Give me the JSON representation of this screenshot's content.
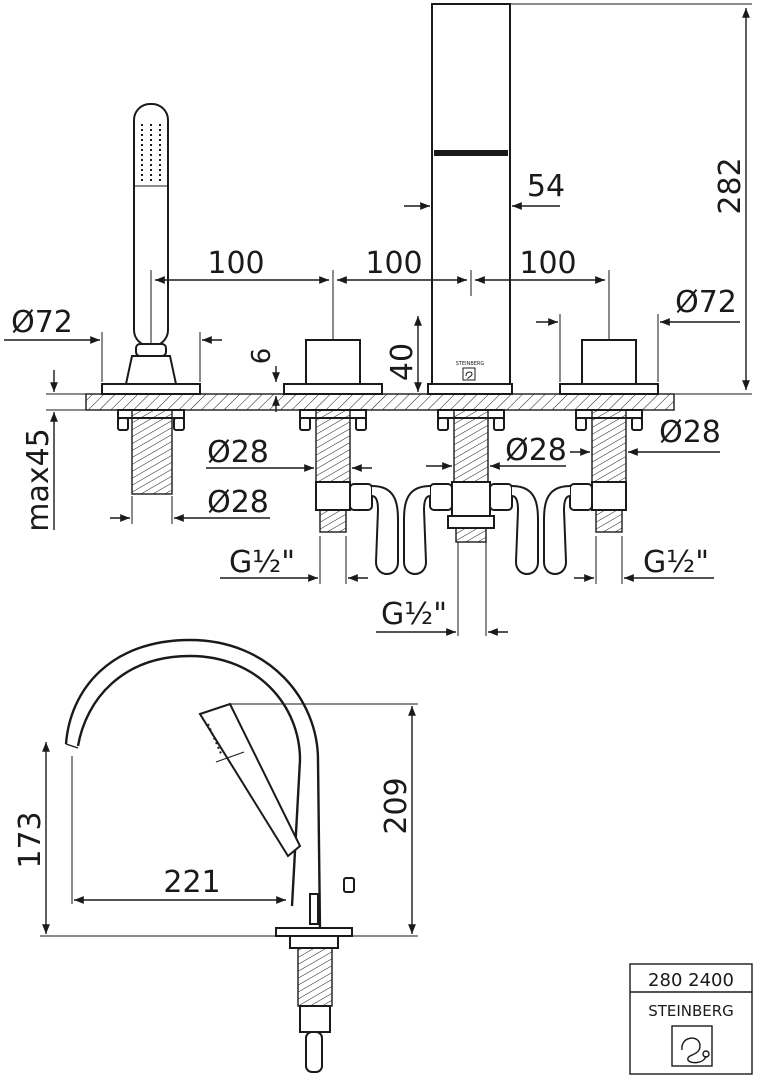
{
  "top_view": {
    "dims": {
      "spacing_1": "100",
      "spacing_2": "100",
      "spacing_3": "100",
      "width_54": "54",
      "height_282": "282",
      "rose_left": "Ø72",
      "rose_right": "Ø72",
      "plate_6": "6",
      "height_40": "40",
      "max_45": "max45",
      "hole_1": "Ø28",
      "hole_2": "Ø28",
      "hole_3": "Ø28",
      "hole_4": "Ø28",
      "thread_left": "G½\"",
      "thread_center": "G½\"",
      "thread_right": "G½\""
    },
    "brand_mark": "STEINBERG"
  },
  "side_view": {
    "dims": {
      "height_173": "173",
      "projection_221": "221",
      "height_209": "209"
    }
  },
  "title_block": {
    "article_number": "280 2400",
    "brand": "STEINBERG"
  }
}
